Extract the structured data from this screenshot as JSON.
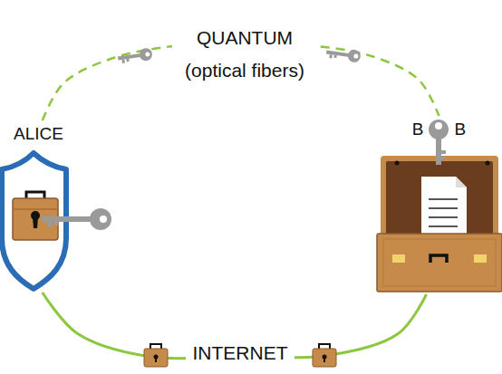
{
  "diagram": {
    "nodes": [
      {
        "text": [
          "ALICE"
        ]
      },
      {
        "text": [
          "B",
          "B"
        ]
      }
    ],
    "edges": [
      {
        "from": 0,
        "to": 1,
        "arrow": "none",
        "label": "QUANTUM (optical fibers)"
      },
      {
        "from": 0,
        "to": 1,
        "arrow": "none",
        "label": "INTERNET"
      }
    ]
  }
}
